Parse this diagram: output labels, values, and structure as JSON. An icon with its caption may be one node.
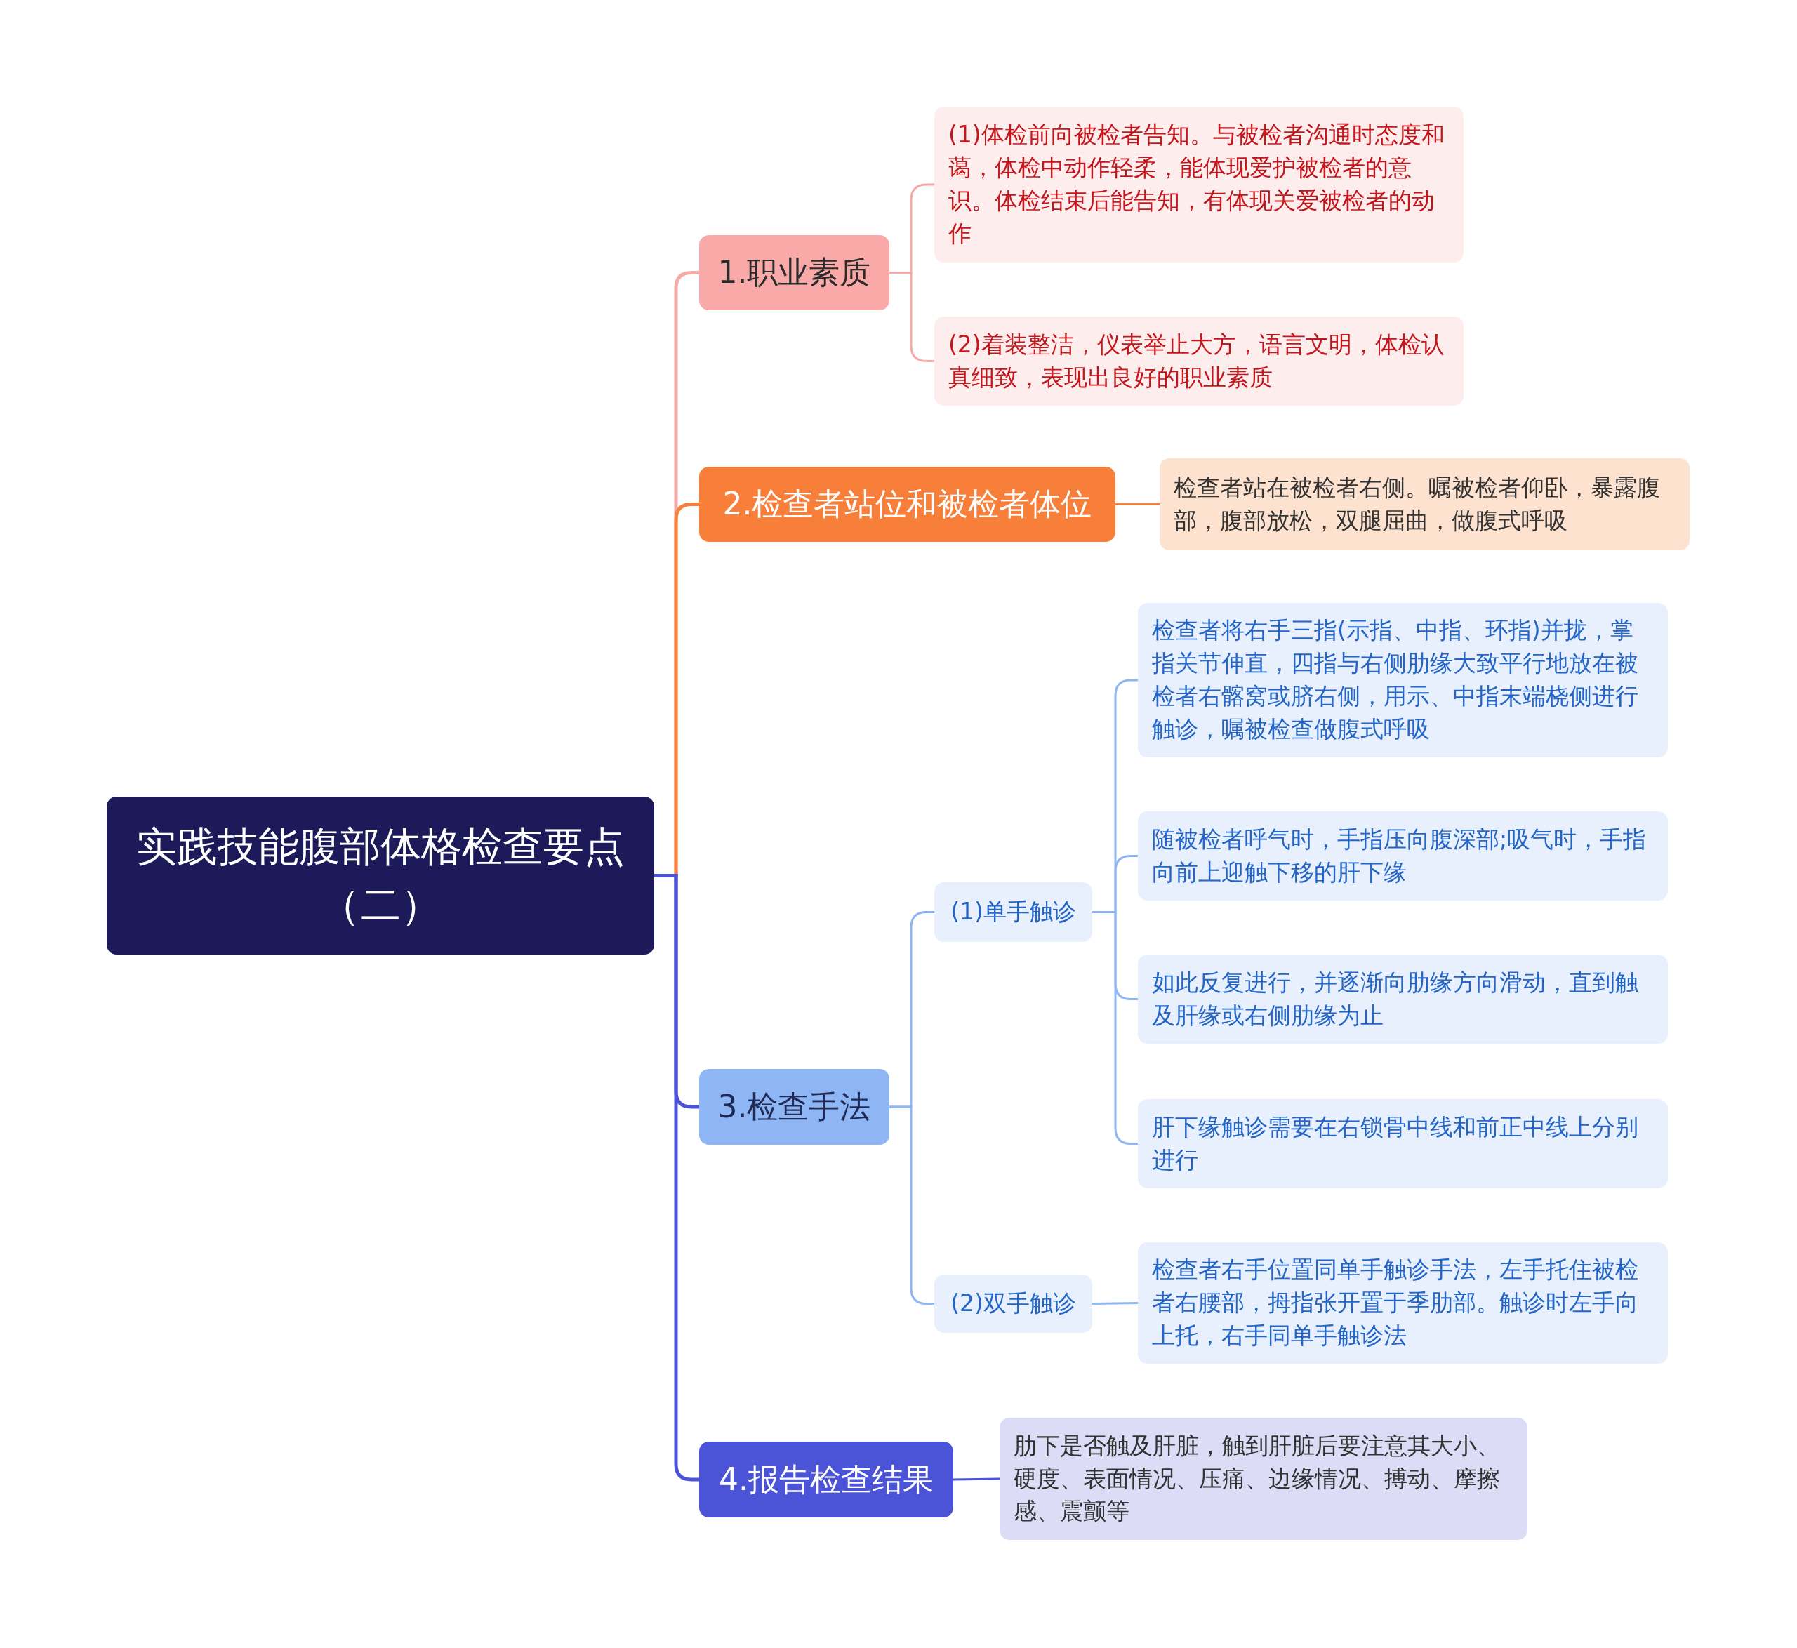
{
  "diagram": {
    "nodes": [
      {
        "text": [
          "实践技能腹部体格检查要点（二）"
        ]
      },
      {
        "text": [
          "1.职业素质"
        ]
      },
      {
        "text": [
          "(1)体检前向被检者告知。与被检者沟通时态度和蔼，体检中动作轻柔，能体现爱护被检者的意识。体检结束后能告知，有体现关爱被检者的动作"
        ]
      },
      {
        "text": [
          "(2)着装整洁，仪表举止大方，语言文明，体检认真细致，表现出良好的职业素质"
        ]
      },
      {
        "text": [
          "2.检查者站位和被检者体位"
        ]
      },
      {
        "text": [
          "检查者站在被检者右侧。嘱被检者仰卧，暴露腹部，腹部放松，双腿屈曲，做腹式呼吸"
        ]
      },
      {
        "text": [
          "3.检查手法"
        ]
      },
      {
        "text": [
          "(1)单手触诊"
        ]
      },
      {
        "text": [
          "检查者将右手三指(示指、中指、环指)并拢，掌指关节伸直，四指与右侧肋缘大致平行地放在被检者右髂窝或脐右侧，用示、中指末端桡侧进行触诊，嘱被检查做腹式呼吸"
        ]
      },
      {
        "text": [
          "随被检者呼气时，手指压向腹深部;吸气时，手指向前上迎触下移的肝下缘"
        ]
      },
      {
        "text": [
          "如此反复进行，并逐渐向肋缘方向滑动，直到触及肝缘或右侧肋缘为止"
        ]
      },
      {
        "text": [
          "肝下缘触诊需要在右锁骨中线和前正中线上分别进行"
        ]
      },
      {
        "text": [
          "(2)双手触诊"
        ]
      },
      {
        "text": [
          "检查者右手位置同单手触诊手法，左手托住被检者右腰部，拇指张开置于季肋部。触诊时左手向上托，右手同单手触诊法"
        ]
      },
      {
        "text": [
          "4.报告检查结果"
        ]
      },
      {
        "text": [
          "肋下是否触及肝脏，触到肝脏后要注意其大小、硬度、表面情况、压痛、边缘情况、搏动、摩擦感、震颤等"
        ]
      }
    ],
    "edges": [
      {
        "from": 0,
        "to": 1,
        "arrow": "none",
        "color": "#f6aaa8"
      },
      {
        "from": 0,
        "to": 4,
        "arrow": "none",
        "color": "#f77f3a"
      },
      {
        "from": 0,
        "to": 6,
        "arrow": "none",
        "color": "#4b53d6"
      },
      {
        "from": 0,
        "to": 14,
        "arrow": "none",
        "color": "#4b53d6"
      },
      {
        "from": 1,
        "to": 2,
        "arrow": "none",
        "color": "#f6aaa8"
      },
      {
        "from": 1,
        "to": 3,
        "arrow": "none",
        "color": "#f6aaa8"
      },
      {
        "from": 4,
        "to": 5,
        "arrow": "none",
        "color": "#f77f3a"
      },
      {
        "from": 6,
        "to": 7,
        "arrow": "none",
        "color": "#8fb6f4"
      },
      {
        "from": 6,
        "to": 12,
        "arrow": "none",
        "color": "#8fb6f4"
      },
      {
        "from": 7,
        "to": 8,
        "arrow": "none",
        "color": "#8fb6f4"
      },
      {
        "from": 7,
        "to": 9,
        "arrow": "none",
        "color": "#8fb6f4"
      },
      {
        "from": 7,
        "to": 10,
        "arrow": "none",
        "color": "#8fb6f4"
      },
      {
        "from": 7,
        "to": 11,
        "arrow": "none",
        "color": "#8fb6f4"
      },
      {
        "from": 12,
        "to": 13,
        "arrow": "none",
        "color": "#8fb6f4"
      },
      {
        "from": 14,
        "to": 15,
        "arrow": "none",
        "color": "#4b53d6"
      }
    ]
  }
}
